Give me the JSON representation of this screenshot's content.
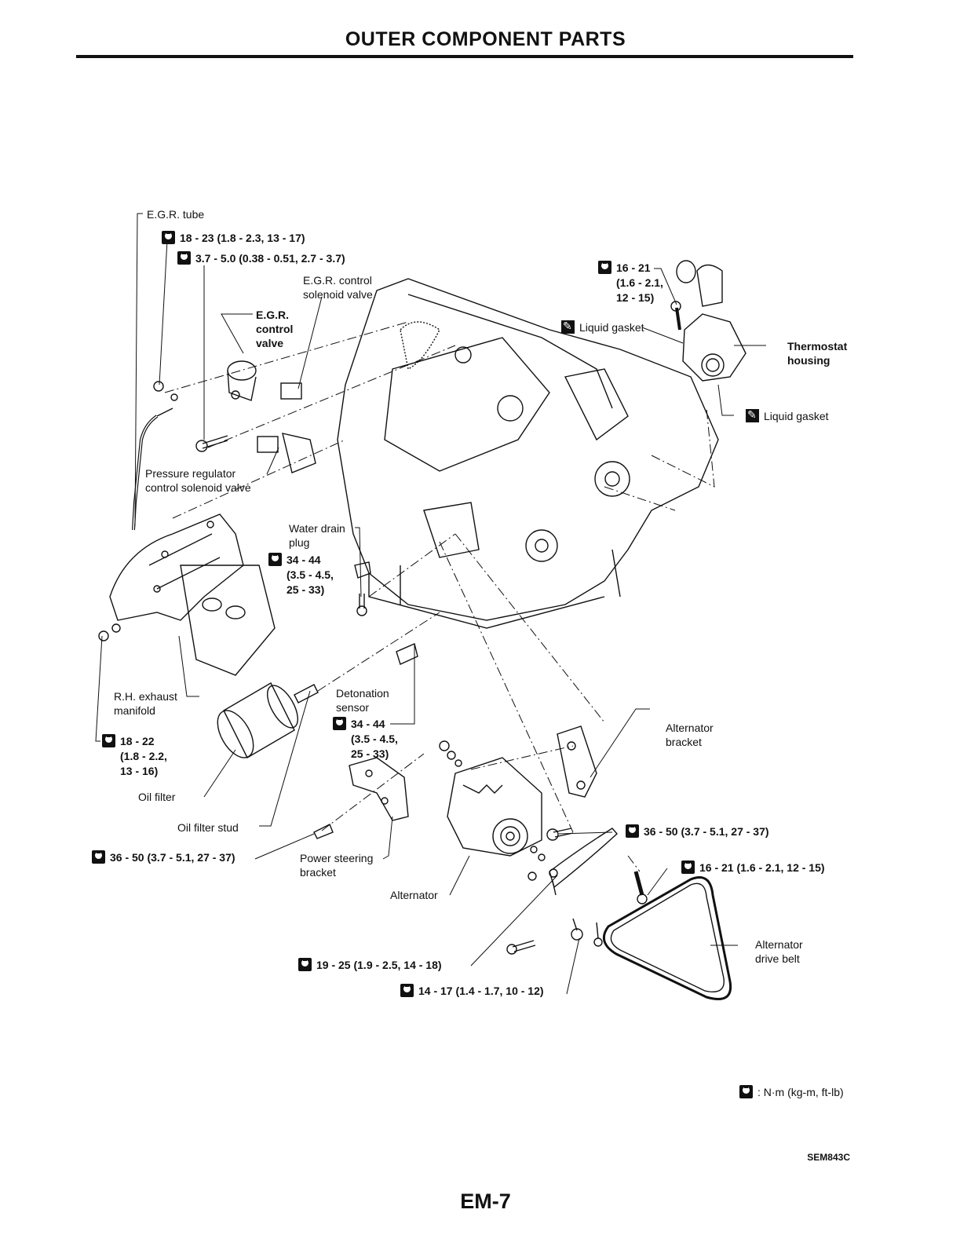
{
  "page": {
    "title": "OUTER COMPONENT PARTS",
    "page_number": "EM-7",
    "figure_code": "SEM843C"
  },
  "icons": {
    "torque": "torque-wrench-icon",
    "gasket": "liquid-gasket-icon"
  },
  "legend": {
    "icon": "torque-wrench-icon",
    "text": ": N·m (kg-m, ft-lb)"
  },
  "labels": {
    "egr_tube": "E.G.R. tube",
    "egr_solenoid": "E.G.R. control\nsolenoid valve",
    "egr_valve": "E.G.R.\ncontrol\nvalve",
    "pressure_regulator": "Pressure regulator\ncontrol solenoid valve",
    "water_drain": "Water drain\nplug",
    "rh_exhaust": "R.H. exhaust\nmanifold",
    "detonation_sensor": "Detonation\nsensor",
    "oil_filter": "Oil filter",
    "oil_filter_stud": "Oil filter stud",
    "power_steering_bracket": "Power steering\nbracket",
    "alternator": "Alternator",
    "alternator_bracket": "Alternator\nbracket",
    "alternator_belt": "Alternator\ndrive belt",
    "thermostat_housing": "Thermostat\nhousing",
    "liquid_gasket_1": "Liquid gasket",
    "liquid_gasket_2": "Liquid gasket"
  },
  "torques": {
    "egr_tube_nut": "18 - 23 (1.8 - 2.3, 13 - 17)",
    "egr_valve_bolt": "3.7 - 5.0 (0.38 - 0.51, 2.7 - 3.7)",
    "thermostat_bolt": "16 - 21\n(1.6 - 2.1,\n12 - 15)",
    "water_drain_plug": "34 - 44\n(3.5 - 4.5,\n25 - 33)",
    "exhaust_manifold_nut": "18 - 22\n(1.8 - 2.2,\n13 - 16)",
    "detonation_sensor": "34 - 44\n(3.5 - 4.5,\n25 - 33)",
    "ps_bracket_bolt": "36 - 50 (3.7 - 5.1, 27 - 37)",
    "alt_bracket_bolt": "36 - 50 (3.7 - 5.1, 27 - 37)",
    "adjusting_bar_bolt": "16 - 21 (1.6 - 2.1, 12 - 15)",
    "alt_lower_bolt": "19 - 25 (1.9 - 2.5, 14 - 18)",
    "adjusting_bolt": "14 - 17 (1.4 - 1.7, 10 - 12)"
  }
}
